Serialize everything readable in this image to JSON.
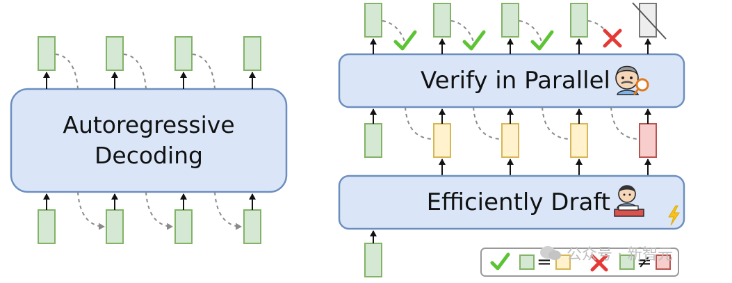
{
  "left_block": {
    "label_line1": "Autoregressive",
    "label_line2": "Decoding"
  },
  "verify_block": {
    "label": "Verify in Parallel",
    "icon": "inspector-magnifier-icon"
  },
  "draft_block": {
    "label": "Efficiently Draft",
    "icon": "writer-at-desk-icon",
    "badge_icon": "lightning-icon"
  },
  "legend": {
    "accept": {
      "icon": "check-icon",
      "relation": "="
    },
    "reject": {
      "icon": "cross-icon",
      "relation": "≠"
    }
  },
  "watermark": {
    "text": "公众号 · 新智元",
    "icon": "wechat-icon"
  },
  "colors": {
    "block_fill": "#dae6f8",
    "block_stroke": "#6c8ebf",
    "green_fill": "#d5e8d4",
    "green_stroke": "#82b366",
    "yellow_fill": "#fff2cc",
    "yellow_stroke": "#d6b656",
    "red_fill": "#f8cecc",
    "red_stroke": "#b85450",
    "check_green": "#5cc434",
    "cross_red": "#e53935"
  }
}
